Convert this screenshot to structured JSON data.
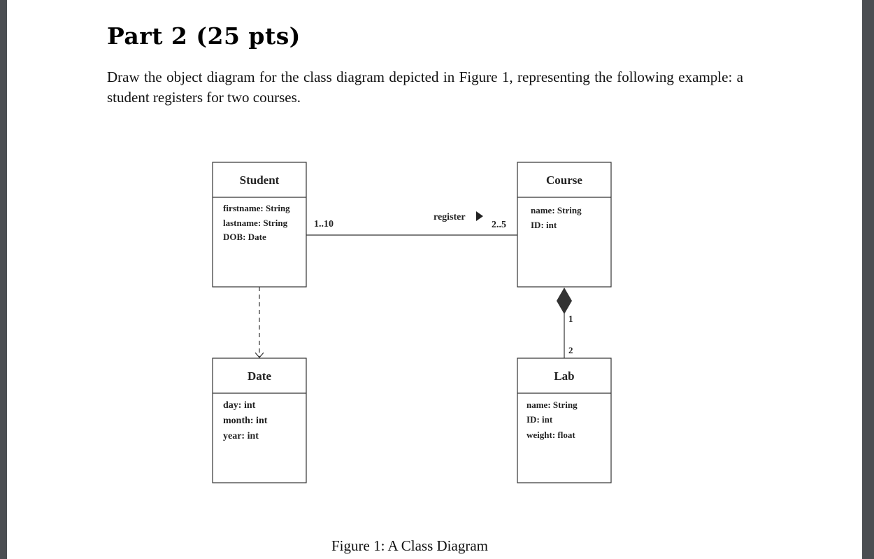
{
  "heading": "Part 2 (25 pts)",
  "instructions": "Draw the object diagram for the class diagram depicted in Figure 1, representing the following example: a student registers for two courses.",
  "caption": "Figure 1:  A Class Diagram",
  "classes": {
    "student": {
      "name": "Student",
      "attrs": [
        "firstname: String",
        "lastname: String",
        "DOB: Date"
      ]
    },
    "course": {
      "name": "Course",
      "attrs": [
        "name: String",
        "ID: int"
      ]
    },
    "date": {
      "name": "Date",
      "attrs": [
        "day: int",
        "month: int",
        "year: int"
      ]
    },
    "lab": {
      "name": "Lab",
      "attrs": [
        "name: String",
        "ID: int",
        "weight: float"
      ]
    }
  },
  "associations": {
    "register": {
      "label": "register",
      "student_multiplicity": "1..10",
      "course_multiplicity": "2..5"
    },
    "composition": {
      "course_multiplicity": "1",
      "lab_multiplicity": "2"
    }
  }
}
